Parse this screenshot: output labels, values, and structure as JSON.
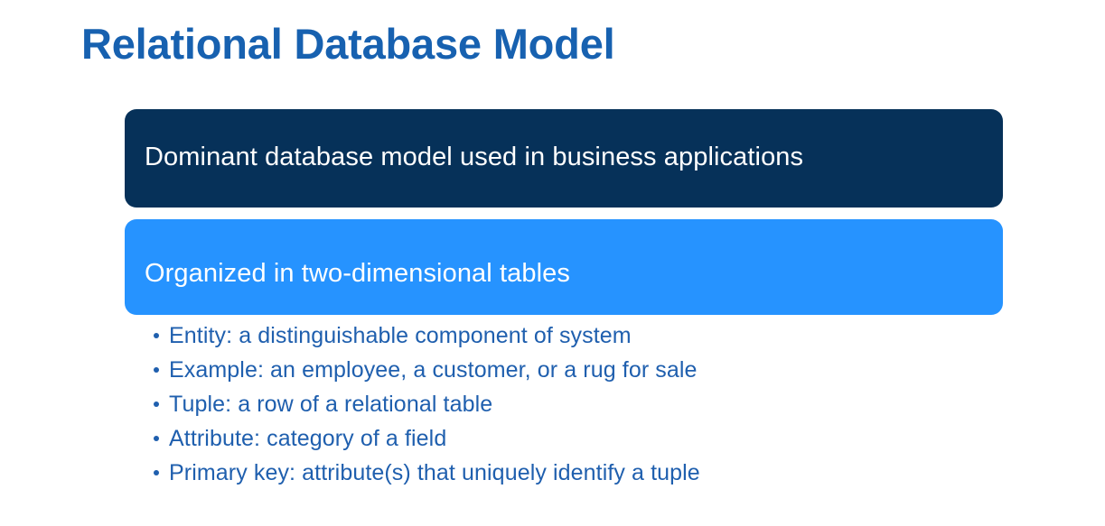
{
  "slide": {
    "title": "Relational Database Model",
    "background_color": "#ffffff",
    "title_color": "#1761B0"
  },
  "banners": [
    {
      "id": "dominant-model",
      "text": "Dominant database model used in business applications",
      "background_color": "#063159",
      "text_color": "#ffffff"
    },
    {
      "id": "two-dimensional-tables",
      "text": "Organized in two-dimensional tables",
      "background_color": "#2693FF",
      "text_color": "#ffffff"
    }
  ],
  "bullets": {
    "text_color": "#1F5FAE",
    "items": [
      {
        "text": "Entity: a distinguishable component of system"
      },
      {
        "text": "Example: an employee, a customer, or a rug for sale"
      },
      {
        "text": "Tuple: a row of a relational table"
      },
      {
        "text": "Attribute: category of a field"
      },
      {
        "text": "Primary key: attribute(s) that uniquely identify a tuple"
      }
    ]
  }
}
